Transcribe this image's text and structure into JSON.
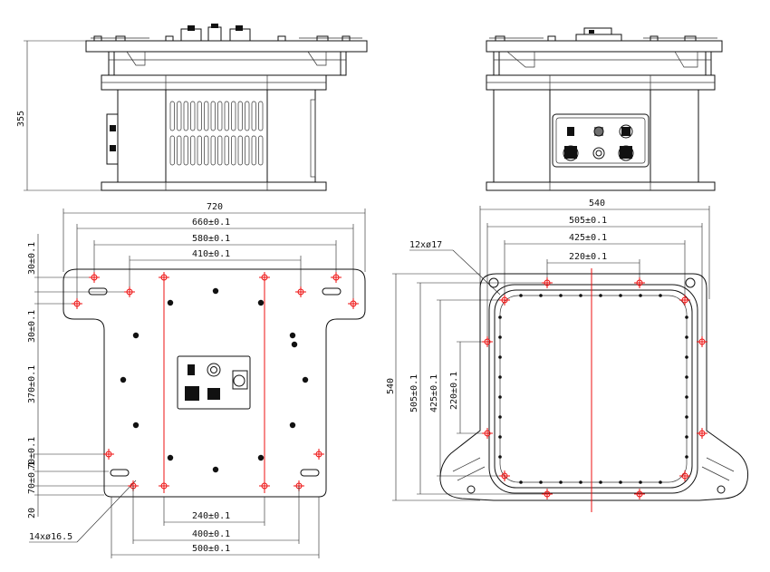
{
  "dimensions": {
    "height_355": "355",
    "w_720": "720",
    "w_660": "660±0.1",
    "w_580": "580±0.1",
    "w_410": "410±0.1",
    "v_30a": "30±0.1",
    "v_30b": "30±0.1",
    "v_370": "370±0.1",
    "v_70a": "70±0.1",
    "v_70b": "70±0.1",
    "v_20": "20",
    "w_240": "240±0.1",
    "w_400": "400±0.1",
    "w_500": "500±0.1",
    "holes_left": "14xø16.5",
    "w_540": "540",
    "w_505": "505±0.1",
    "w_425": "425±0.1",
    "w_220": "220±0.1",
    "holes_right": "12xø17",
    "h_540": "540",
    "h_505": "505±0.1",
    "h_425": "425±0.1",
    "h_220": "220±0.1"
  },
  "colors": {
    "line": "#111111",
    "center_line": "#ee1111",
    "hole_mark": "#ee1111"
  }
}
